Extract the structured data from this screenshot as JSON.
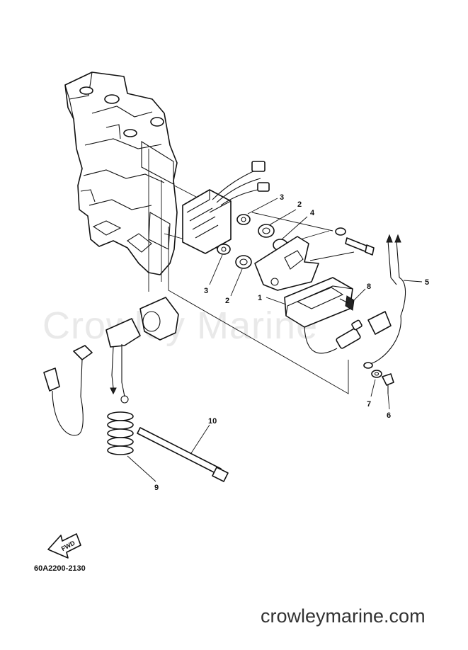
{
  "watermark": "Crowley Marine",
  "diagram_code": "60A2200-2130",
  "fwd_label": "FWD",
  "site_label": "crowleymarine.com",
  "callouts": [
    {
      "id": "c3a",
      "label": "3"
    },
    {
      "id": "c2a",
      "label": "2"
    },
    {
      "id": "c4",
      "label": "4"
    },
    {
      "id": "c3b",
      "label": "3"
    },
    {
      "id": "c2b",
      "label": "2"
    },
    {
      "id": "c1",
      "label": "1"
    },
    {
      "id": "c8",
      "label": "8"
    },
    {
      "id": "c5",
      "label": "5"
    },
    {
      "id": "c7",
      "label": "7"
    },
    {
      "id": "c6",
      "label": "6"
    },
    {
      "id": "c10",
      "label": "10"
    },
    {
      "id": "c9",
      "label": "9"
    }
  ]
}
